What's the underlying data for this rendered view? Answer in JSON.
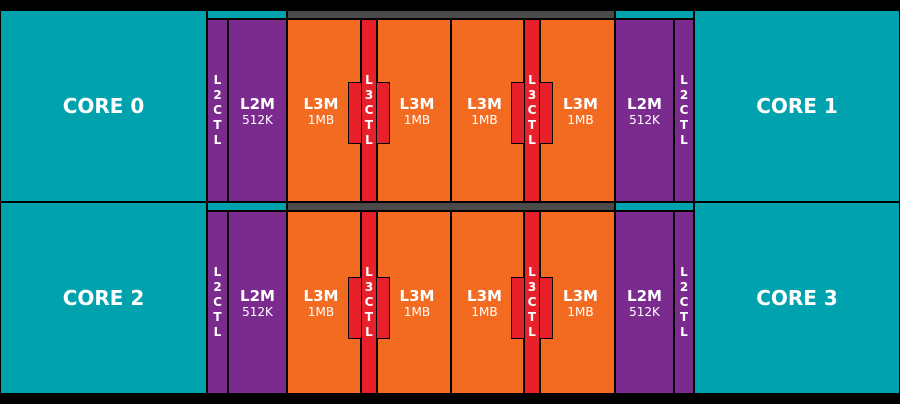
{
  "colors": {
    "core": "#00a3ad",
    "l2": "#7b2a8e",
    "l3m": "#f36b21",
    "l3ctl": "#e8202a",
    "bar": "#4a4a4a",
    "background": "#000000"
  },
  "top": {
    "core_left": "CORE 0",
    "core_right": "CORE 1",
    "l2ctl_left": "L2CTL",
    "l2ctl_right": "L2CTL",
    "l2m_left": {
      "name": "L2M",
      "size": "512K"
    },
    "l2m_right": {
      "name": "L2M",
      "size": "512K"
    },
    "l3m": [
      {
        "name": "L3M",
        "size": "1MB"
      },
      {
        "name": "L3M",
        "size": "1MB"
      },
      {
        "name": "L3M",
        "size": "1MB"
      },
      {
        "name": "L3M",
        "size": "1MB"
      }
    ],
    "l3ctl": [
      "L3CTL",
      "L3CTL"
    ]
  },
  "bottom": {
    "core_left": "CORE 2",
    "core_right": "CORE 3",
    "l2ctl_left": "L2CTL",
    "l2ctl_right": "L2CTL",
    "l2m_left": {
      "name": "L2M",
      "size": "512K"
    },
    "l2m_right": {
      "name": "L2M",
      "size": "512K"
    },
    "l3m": [
      {
        "name": "L3M",
        "size": "1MB"
      },
      {
        "name": "L3M",
        "size": "1MB"
      },
      {
        "name": "L3M",
        "size": "1MB"
      },
      {
        "name": "L3M",
        "size": "1MB"
      }
    ],
    "l3ctl": [
      "L3CTL",
      "L3CTL"
    ]
  }
}
